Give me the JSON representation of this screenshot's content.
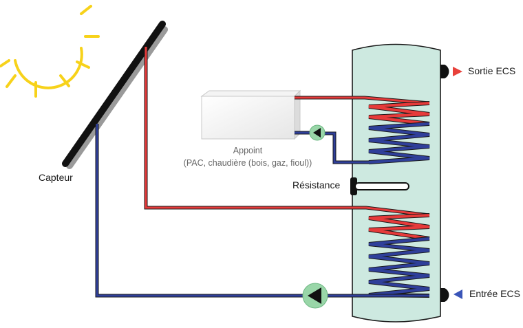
{
  "labels": {
    "collector": "Capteur",
    "backup_title": "Appoint",
    "backup_detail": "(PAC, chaudière (bois, gaz, fioul))",
    "resistance": "Résistance",
    "hot_out": "Sortie ECS",
    "cold_in": "Entrée ECS"
  },
  "colors": {
    "hot_pipe": "#e63a3a",
    "cold_pipe": "#2f3f9a",
    "tank_fill": "#cde9e0",
    "sun": "#f7d21a",
    "pump_fill": "#99d6a8",
    "outlet_marker": "#e8413a",
    "inlet_marker": "#3a55b8"
  },
  "icons": {
    "sun": "sun-icon",
    "pump": "circulator-pump-icon",
    "collector": "solar-collector-icon"
  }
}
